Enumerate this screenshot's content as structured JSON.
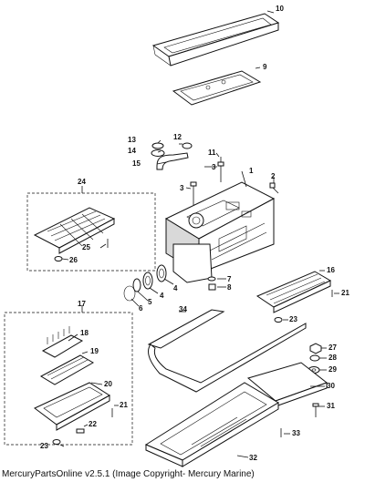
{
  "diagram": {
    "callouts": [
      "1",
      "2",
      "3",
      "4",
      "5",
      "6",
      "7",
      "8",
      "9",
      "10",
      "11",
      "12",
      "13",
      "14",
      "15",
      "16",
      "17",
      "18",
      "19",
      "20",
      "21",
      "21",
      "21",
      "22",
      "23",
      "24",
      "25",
      "26",
      "27",
      "28",
      "29",
      "30",
      "31",
      "32",
      "33",
      "34"
    ]
  },
  "footer": {
    "caption": "MercuryPartsOnline v2.5.1 (Image Copyright- Mercury Marine)"
  }
}
